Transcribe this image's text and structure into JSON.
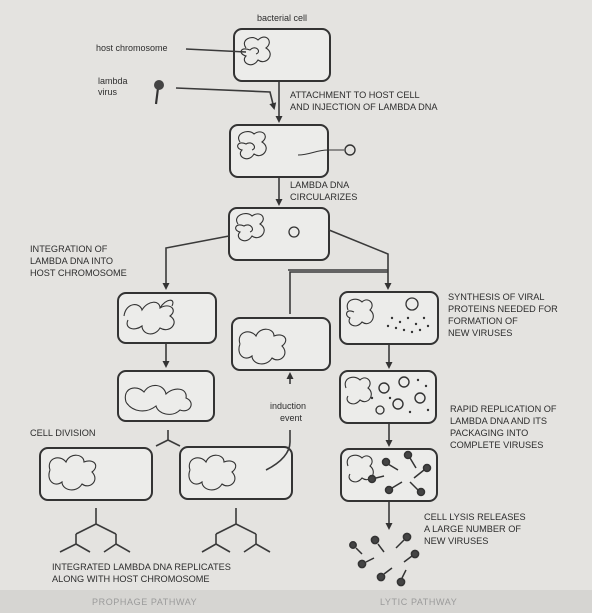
{
  "labels": {
    "bacterial_cell": "bacterial cell",
    "host_chromosome": "host chromosome",
    "lambda_virus": [
      "lambda",
      "virus"
    ],
    "attachment": [
      "ATTACHMENT TO HOST CELL",
      "AND INJECTION OF LAMBDA DNA"
    ],
    "circularizes": [
      "LAMBDA DNA",
      "CIRCULARIZES"
    ],
    "integration": [
      "INTEGRATION OF",
      "LAMBDA DNA INTO",
      "HOST CHROMOSOME"
    ],
    "synthesis": [
      "SYNTHESIS OF VIRAL",
      "PROTEINS NEEDED FOR",
      "FORMATION OF",
      "NEW VIRUSES"
    ],
    "rapid_replication": [
      "RAPID REPLICATION OF",
      "LAMBDA DNA AND ITS",
      "PACKAGING INTO",
      "COMPLETE VIRUSES"
    ],
    "induction": [
      "induction",
      "event"
    ],
    "cell_division": "CELL DIVISION",
    "cell_lysis": [
      "CELL LYSIS RELEASES",
      "A LARGE NUMBER OF",
      "NEW VIRUSES"
    ],
    "integrated_replicates": [
      "INTEGRATED LAMBDA DNA REPLICATES",
      "ALONG WITH HOST CHROMOSOME"
    ]
  },
  "footer": {
    "prophage": "PROPHAGE PATHWAY",
    "lytic": "LYTIC PATHWAY"
  },
  "colors": {
    "background": "#e4e3e0",
    "ink": "#2d2d2d",
    "caption": "#9a9a9a"
  }
}
